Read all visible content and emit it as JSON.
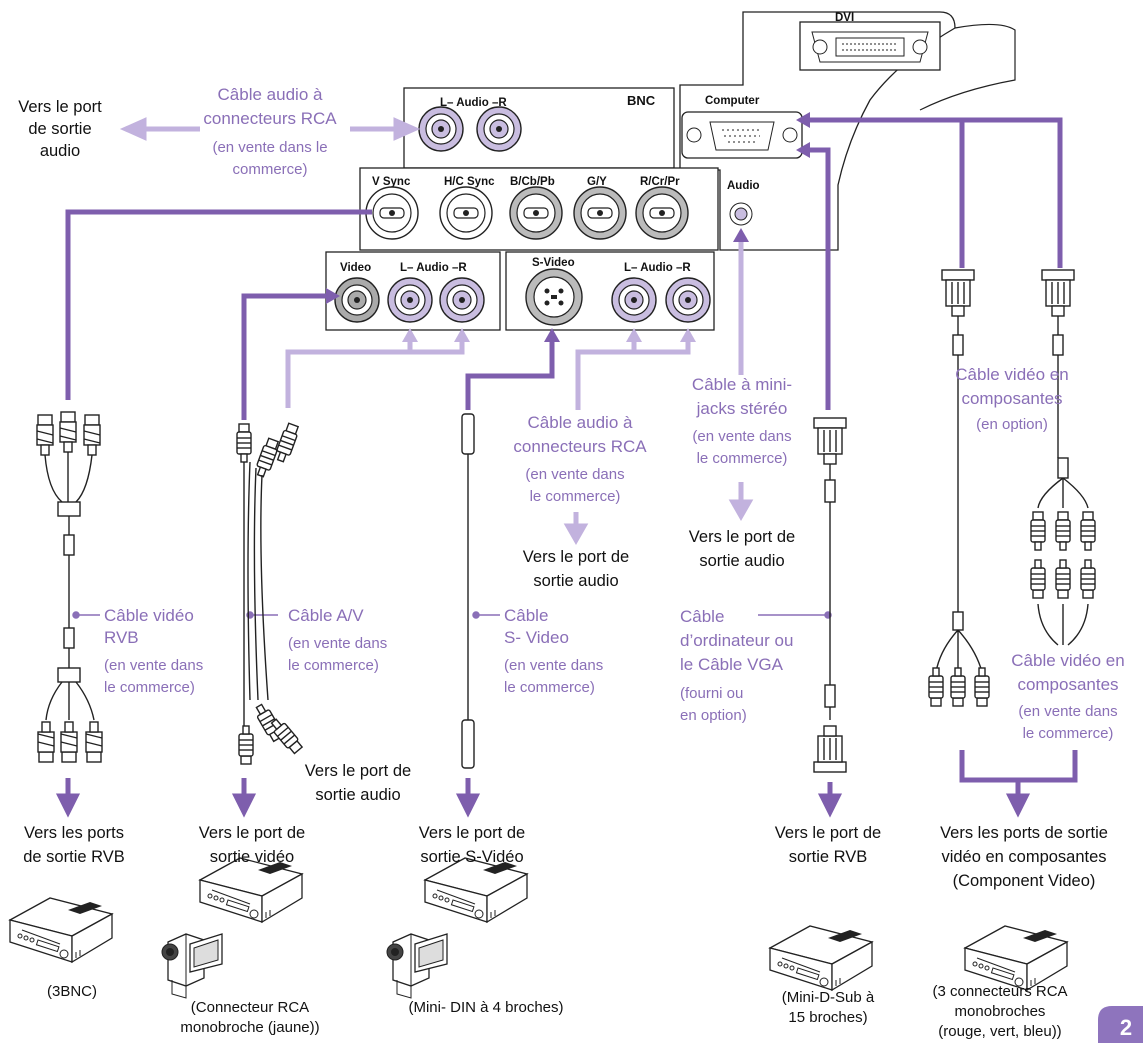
{
  "panel": {
    "dvi": "DVI",
    "computer": "Computer",
    "audio": "Audio",
    "bnc": "BNC",
    "audio_lr_top": "L– Audio –R",
    "v_sync": "V Sync",
    "hc_sync": "H/C Sync",
    "b_cb_pb": "B/Cb/Pb",
    "g_y": "G/Y",
    "r_cr_pr": "R/Cr/Pr",
    "video": "Video",
    "audio_lr_mid": "L– Audio –R",
    "s_video": "S-Video",
    "audio_lr_right": "L– Audio –R"
  },
  "labels": {
    "top_audio_out": [
      "Vers le port",
      "de sortie",
      "audio"
    ],
    "rca_audio_top": [
      "Câble audio à",
      "connecteurs RCA"
    ],
    "rca_audio_top_note": [
      "(en vente dans le",
      "commerce)"
    ],
    "rgb_cable": [
      "Câble vidéo",
      "RVB"
    ],
    "rgb_cable_note": [
      "(en vente dans",
      "le commerce)"
    ],
    "av_cable": [
      "Câble A/V"
    ],
    "av_cable_note": [
      "(en vente dans",
      "le commerce)"
    ],
    "svideo_cable": [
      "Câble",
      "S- Video"
    ],
    "svideo_cable_note": [
      "(en vente dans",
      "le commerce)"
    ],
    "rca_audio_mid": [
      "Câble audio à",
      "connecteurs RCA"
    ],
    "rca_audio_mid_note": [
      "(en vente dans",
      "le commerce)"
    ],
    "mid_audio_out": [
      "Vers le port de",
      "sortie audio"
    ],
    "minijack_cable": [
      "Câble à mini-",
      "jacks stéréo"
    ],
    "minijack_cable_note": [
      "(en vente dans",
      "le commerce)"
    ],
    "minijack_audio_out": [
      "Vers le port de",
      "sortie audio"
    ],
    "computer_cable": [
      "Câble",
      "d’ordinateur ou",
      "le Câble VGA"
    ],
    "computer_cable_note": [
      "(fourni ou",
      "en option)"
    ],
    "component_opt": [
      "Câble vidéo en",
      "composantes"
    ],
    "component_opt_note": [
      "(en option)"
    ],
    "component_rca": [
      "Câble vidéo en",
      "composantes"
    ],
    "component_rca_note": [
      "(en vente dans",
      "le commerce)"
    ],
    "av_audio_out": [
      "Vers le port de",
      "sortie audio"
    ]
  },
  "destinations": {
    "rgb": [
      "Vers les ports",
      "de sortie RVB"
    ],
    "video": [
      "Vers le port de",
      "sortie vidéo"
    ],
    "svideo": [
      "Vers le port de",
      "sortie S-Vidéo"
    ],
    "vga": [
      "Vers le port de",
      "sortie RVB"
    ],
    "component": [
      "Vers les ports de sortie",
      "vidéo en composantes",
      "(Component Video)"
    ]
  },
  "captions": {
    "rgb": [
      "(3BNC)"
    ],
    "video": [
      "(Connecteur RCA",
      "monobroche (jaune))"
    ],
    "svideo": [
      "(Mini- DIN à 4 broches)"
    ],
    "vga": [
      "(Mini-D-Sub à",
      "15 broches)"
    ],
    "component": [
      "(3 connecteurs RCA",
      "monobroches",
      "(rouge, vert, bleu))"
    ]
  },
  "page_number": "2",
  "colors": {
    "cable_dark": "#7e5ead",
    "cable_light": "#c2b2de",
    "text_purple": "#8a6fb7",
    "tab": "#8e74bd"
  }
}
